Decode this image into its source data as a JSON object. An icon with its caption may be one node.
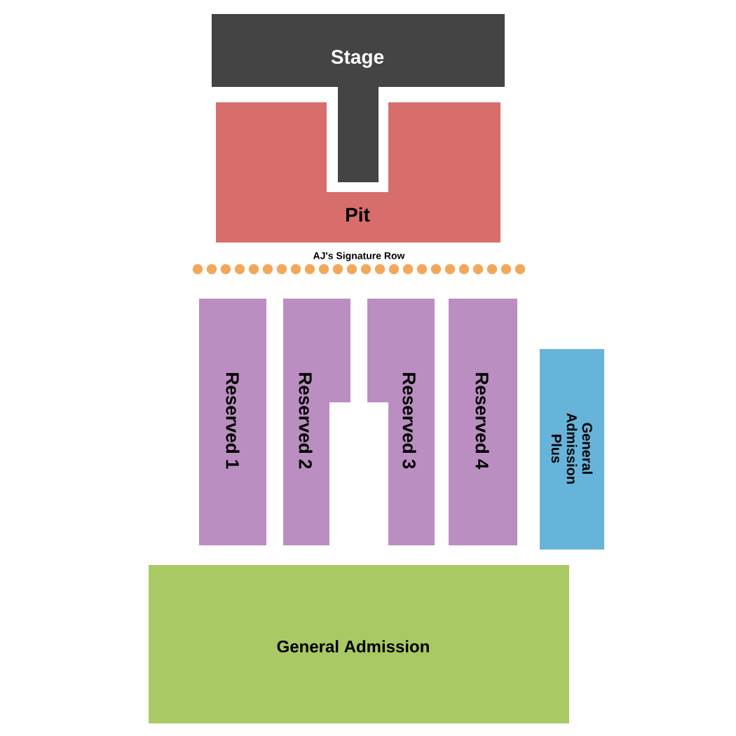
{
  "diagram": {
    "nodes": [
      {
        "text": [
          "Stage"
        ]
      },
      {
        "text": [
          "Pit"
        ]
      },
      {
        "text": [
          "AJ's Signature Row"
        ]
      },
      {
        "text": [
          "Reserved 1"
        ]
      },
      {
        "text": [
          "Reserved 2"
        ]
      },
      {
        "text": [
          "Reserved 3"
        ]
      },
      {
        "text": [
          "Reserved 4"
        ]
      },
      {
        "text": [
          "General Admission Plus"
        ]
      },
      {
        "text": [
          "General Admission"
        ]
      }
    ]
  }
}
